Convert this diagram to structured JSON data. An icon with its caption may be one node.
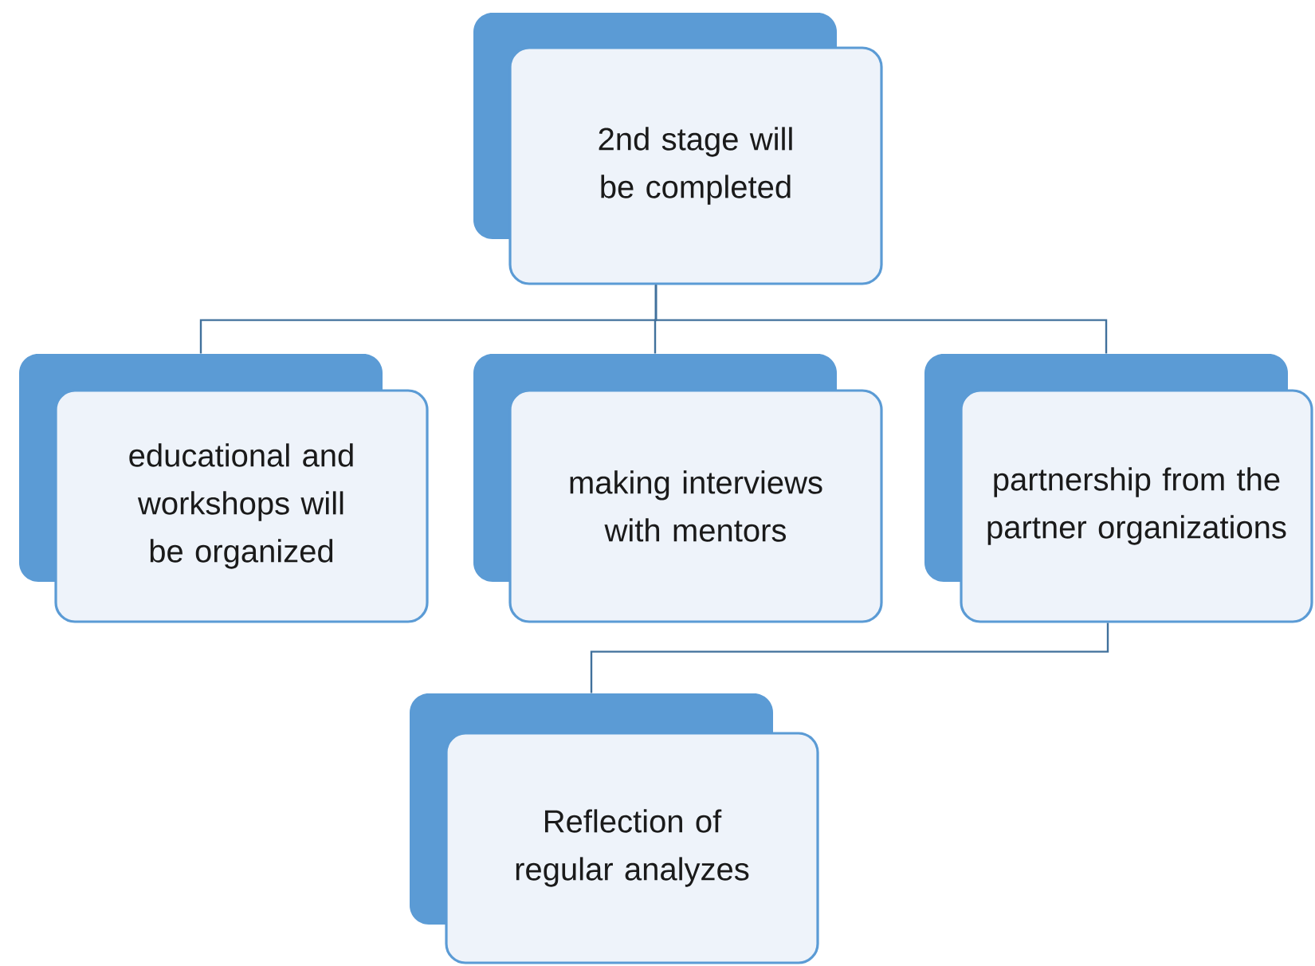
{
  "diagram": {
    "nodes": [
      {
        "text": [
          "2nd stage will be completed"
        ]
      },
      {
        "text": [
          "educational and workshops will be organized"
        ]
      },
      {
        "text": [
          "making interviews with mentors"
        ]
      },
      {
        "text": [
          "partnership from the partner organizations"
        ]
      },
      {
        "text": [
          "Reflection of regular analyzes"
        ]
      }
    ],
    "edges": [
      {
        "from": 0,
        "to": 1,
        "arrow": "none"
      },
      {
        "from": 0,
        "to": 2,
        "arrow": "none"
      },
      {
        "from": 0,
        "to": 3,
        "arrow": "none"
      },
      {
        "from": 3,
        "to": 4,
        "arrow": "none"
      }
    ]
  }
}
